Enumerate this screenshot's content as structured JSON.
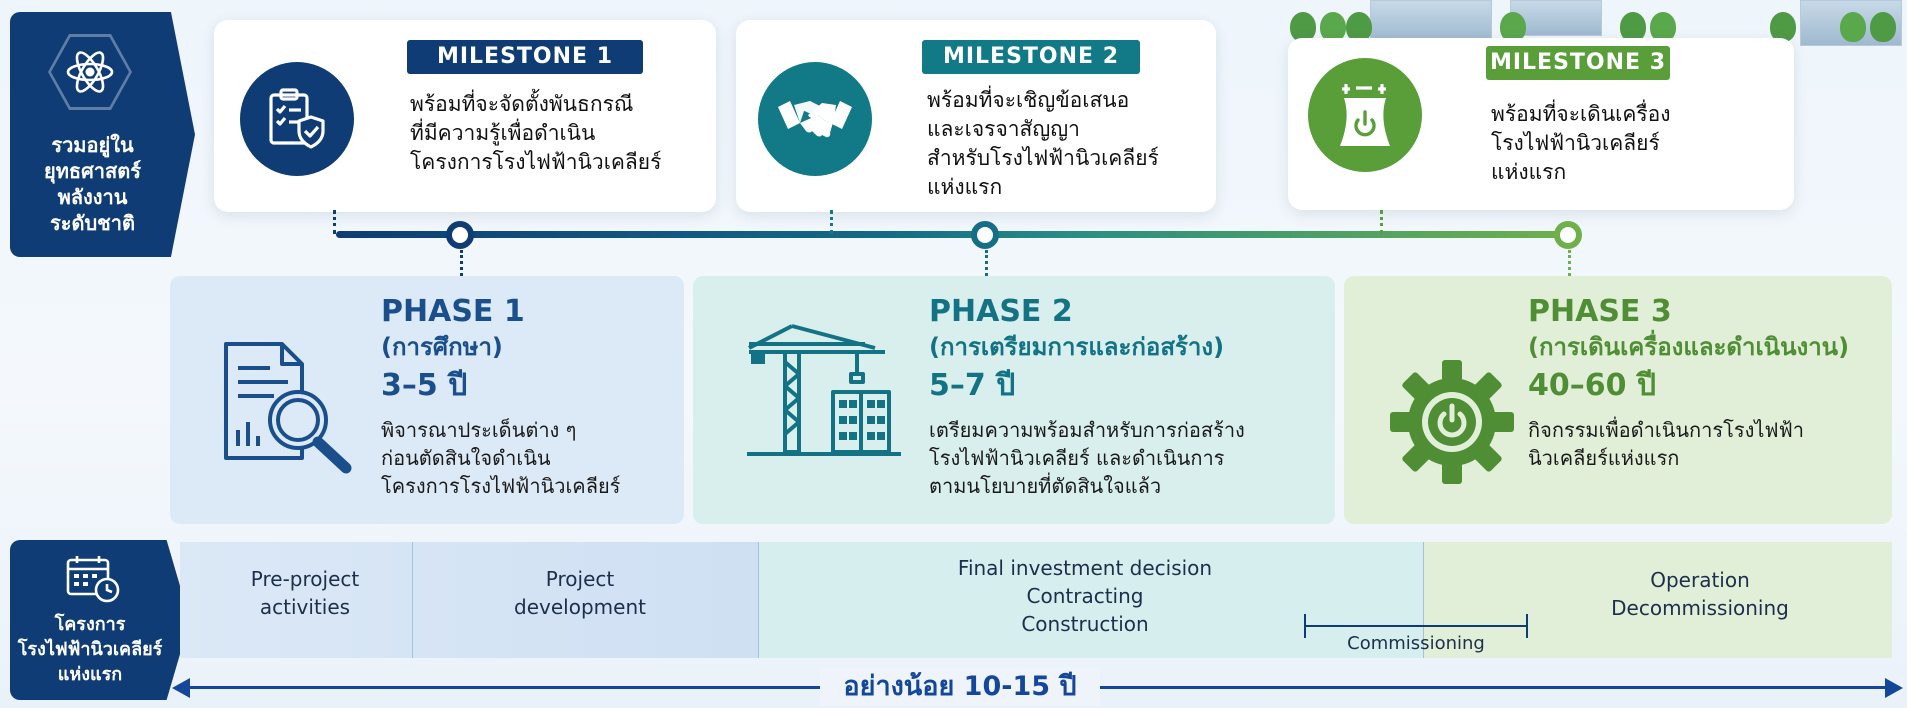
{
  "ribbon_top": {
    "text": "รวมอยู่ใน\nยุทธศาสตร์\nพลังงาน\nระดับชาติ",
    "icon": "atom-icon"
  },
  "ribbon_bottom": {
    "text": "โครงการ\nโรงไฟฟ้านิวเคลียร์\nแห่งแรก",
    "icon": "calendar-clock-icon"
  },
  "milestones": [
    {
      "label": "MILESTONE 1",
      "text": "พร้อมที่จะจัดตั้งพันธกรณี\nที่มีความรู้เพื่อดำเนิน\nโครงการโรงไฟฟ้านิวเคลียร์",
      "icon": "checklist-shield-icon",
      "color": "#0f3c75"
    },
    {
      "label": "MILESTONE 2",
      "text": "พร้อมที่จะเชิญข้อเสนอ\nและเจรจาสัญญา\nสำหรับโรงไฟฟ้านิวเคลียร์\nแห่งแรก",
      "icon": "handshake-icon",
      "color": "#127a87"
    },
    {
      "label": "MILESTONE 3",
      "text": "พร้อมที่จะเดินเครื่อง\nโรงไฟฟ้านิวเคลียร์\nแห่งแรก",
      "icon": "power-plant-icon",
      "color": "#5a9e3a"
    }
  ],
  "phases": [
    {
      "title": "PHASE 1",
      "subtitle": "(การศึกษา)",
      "duration": "3–5 ปี",
      "text": "พิจารณาประเด็นต่าง ๆ\nก่อนตัดสินใจดำเนิน\nโครงการโรงไฟฟ้านิวเคลียร์",
      "icon": "document-magnifier-icon",
      "color": "#1a4f8c"
    },
    {
      "title": "PHASE 2",
      "subtitle": "(การเตรียมการและก่อสร้าง)",
      "duration": "5–7 ปี",
      "text": "เตรียมความพร้อมสำหรับการก่อสร้าง\nโรงไฟฟ้านิวเคลียร์ และดำเนินการ\nตามนโยบายที่ตัดสินใจแล้ว",
      "icon": "construction-crane-icon",
      "color": "#137384"
    },
    {
      "title": "PHASE 3",
      "subtitle": "(การเดินเครื่องและดำเนินงาน)",
      "duration": "40–60 ปี",
      "text": "กิจกรรมเพื่อดำเนินการโรงไฟฟ้า\nนิวเคลียร์แห่งแรก",
      "icon": "power-gear-icon",
      "color": "#4f8e34"
    }
  ],
  "activities": [
    {
      "text": "Pre-project\nactivities"
    },
    {
      "text": "Project\ndevelopment"
    },
    {
      "text": "Final investment decision\nContracting\nConstruction"
    },
    {
      "text": "Commissioning"
    },
    {
      "text": "Operation\nDecommissioning"
    }
  ],
  "duration_arrow": {
    "label": "อย่างน้อย 10-15 ปี"
  }
}
